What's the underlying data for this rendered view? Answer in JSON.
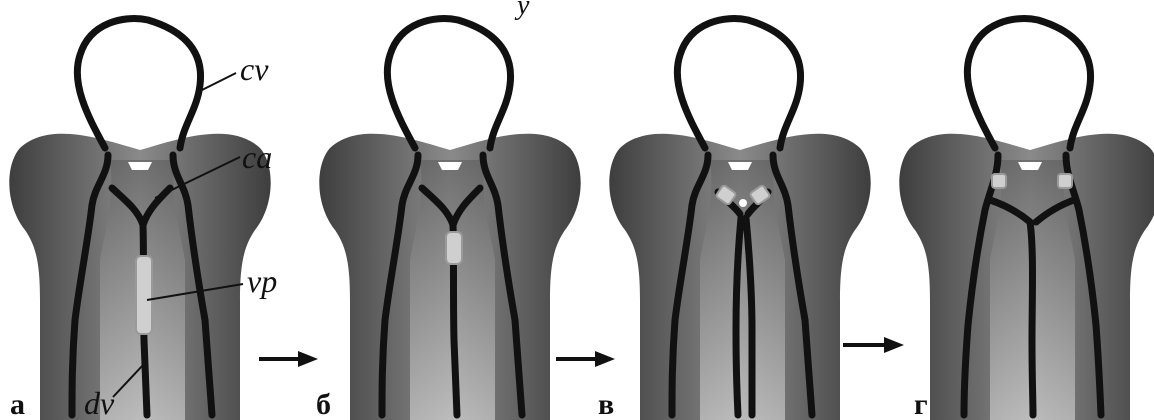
{
  "top_fragment": "y",
  "panels": [
    {
      "id": "a",
      "letter": "а"
    },
    {
      "id": "b",
      "letter": "б"
    },
    {
      "id": "v",
      "letter": "в"
    },
    {
      "id": "g",
      "letter": "г"
    }
  ],
  "labels": {
    "cv": "cv",
    "ca": "ca",
    "vp": "vp",
    "dv": "dv"
  },
  "colors": {
    "vessel": "#111111",
    "body_dark": "#4a4a4a",
    "body_light": "#dcdcdc",
    "patch": "#c8c8c8"
  },
  "arrows": [
    {
      "name": "arrow-a-to-b"
    },
    {
      "name": "arrow-b-to-v"
    },
    {
      "name": "arrow-v-to-g"
    }
  ]
}
